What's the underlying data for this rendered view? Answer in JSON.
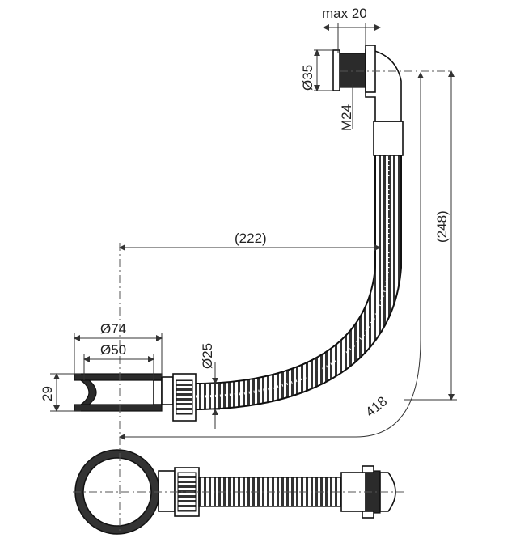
{
  "dimensions": {
    "max_depth": "max 20",
    "outlet_diameter": "Ø35",
    "thread": "M24",
    "horizontal_reach": "(222)",
    "vertical_reach": "(248)",
    "outer_diameter": "Ø74",
    "inner_diameter": "Ø50",
    "pipe_diameter": "Ø25",
    "height": "29",
    "hose_length": "418"
  }
}
